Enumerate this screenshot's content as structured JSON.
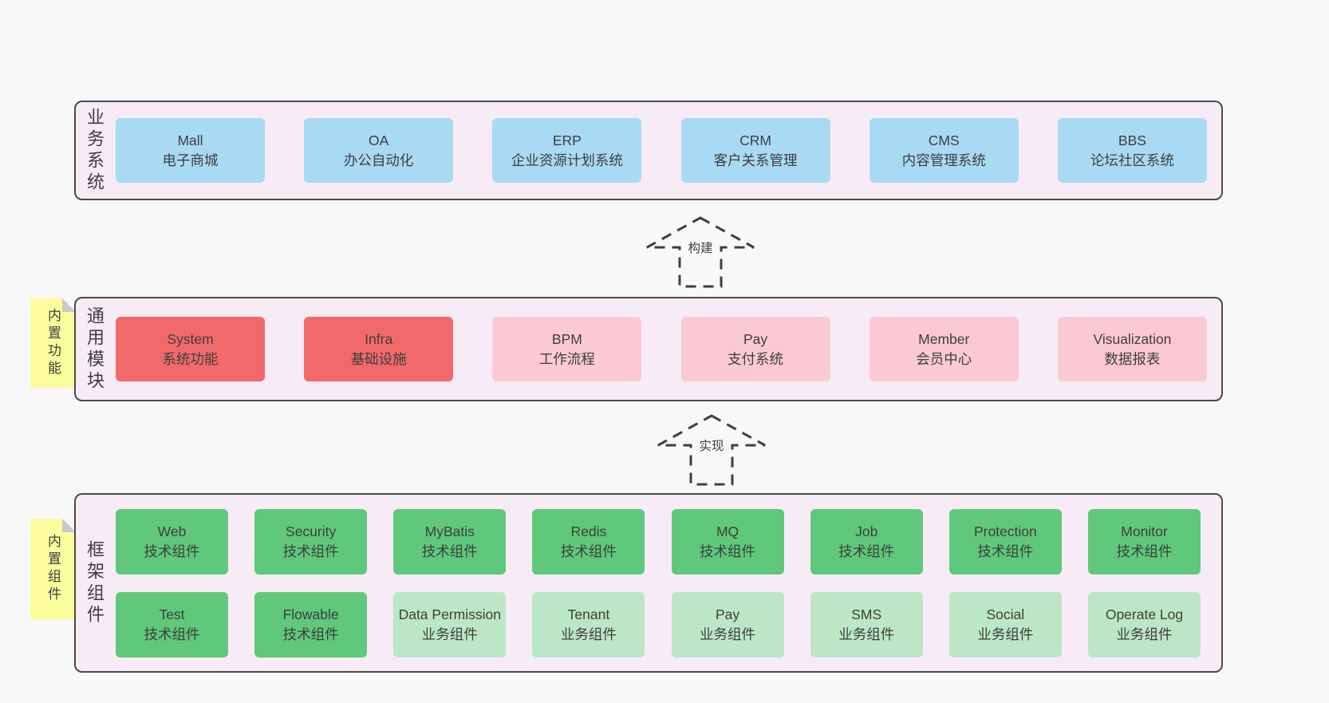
{
  "diagram": {
    "colors": {
      "page_bg": "#f8f8f8",
      "band_bg": "#f7ecf5",
      "band_border": "#4a4a4a",
      "blue": "#a8daf4",
      "red": "#f1696b",
      "pink": "#fbc9d3",
      "green": "#5fc87b",
      "light_green": "#bbe7c7",
      "sticky_yellow": "#fbfc9d",
      "text": "#3e3e3e"
    },
    "arrows": [
      {
        "label": "构建"
      },
      {
        "label": "实现"
      }
    ],
    "layers": [
      {
        "label": "业务系统",
        "boxes": [
          {
            "title": "Mall",
            "subtitle": "电子商城",
            "variant": "blue"
          },
          {
            "title": "OA",
            "subtitle": "办公自动化",
            "variant": "blue"
          },
          {
            "title": "ERP",
            "subtitle": "企业资源计划系统",
            "variant": "blue"
          },
          {
            "title": "CRM",
            "subtitle": "客户关系管理",
            "variant": "blue"
          },
          {
            "title": "CMS",
            "subtitle": "内容管理系统",
            "variant": "blue"
          },
          {
            "title": "BBS",
            "subtitle": "论坛社区系统",
            "variant": "blue"
          }
        ]
      },
      {
        "label": "通用模块",
        "sticky": "内置功能",
        "boxes": [
          {
            "title": "System",
            "subtitle": "系统功能",
            "variant": "red"
          },
          {
            "title": "Infra",
            "subtitle": "基础设施",
            "variant": "red"
          },
          {
            "title": "BPM",
            "subtitle": "工作流程",
            "variant": "pink"
          },
          {
            "title": "Pay",
            "subtitle": "支付系统",
            "variant": "pink"
          },
          {
            "title": "Member",
            "subtitle": "会员中心",
            "variant": "pink"
          },
          {
            "title": "Visualization",
            "subtitle": "数据报表",
            "variant": "pink"
          }
        ]
      },
      {
        "label": "框架组件",
        "sticky": "内置组件",
        "rows": [
          [
            {
              "title": "Web",
              "subtitle": "技术组件",
              "variant": "green"
            },
            {
              "title": "Security",
              "subtitle": "技术组件",
              "variant": "green"
            },
            {
              "title": "MyBatis",
              "subtitle": "技术组件",
              "variant": "green"
            },
            {
              "title": "Redis",
              "subtitle": "技术组件",
              "variant": "green"
            },
            {
              "title": "MQ",
              "subtitle": "技术组件",
              "variant": "green"
            },
            {
              "title": "Job",
              "subtitle": "技术组件",
              "variant": "green"
            },
            {
              "title": "Protection",
              "subtitle": "技术组件",
              "variant": "green"
            },
            {
              "title": "Monitor",
              "subtitle": "技术组件",
              "variant": "green"
            }
          ],
          [
            {
              "title": "Test",
              "subtitle": "技术组件",
              "variant": "green"
            },
            {
              "title": "Flowable",
              "subtitle": "技术组件",
              "variant": "green"
            },
            {
              "title": "Data Permission",
              "subtitle": "业务组件",
              "variant": "lightgreen"
            },
            {
              "title": "Tenant",
              "subtitle": "业务组件",
              "variant": "lightgreen"
            },
            {
              "title": "Pay",
              "subtitle": "业务组件",
              "variant": "lightgreen"
            },
            {
              "title": "SMS",
              "subtitle": "业务组件",
              "variant": "lightgreen"
            },
            {
              "title": "Social",
              "subtitle": "业务组件",
              "variant": "lightgreen"
            },
            {
              "title": "Operate Log",
              "subtitle": "业务组件",
              "variant": "lightgreen"
            }
          ]
        ]
      }
    ]
  }
}
